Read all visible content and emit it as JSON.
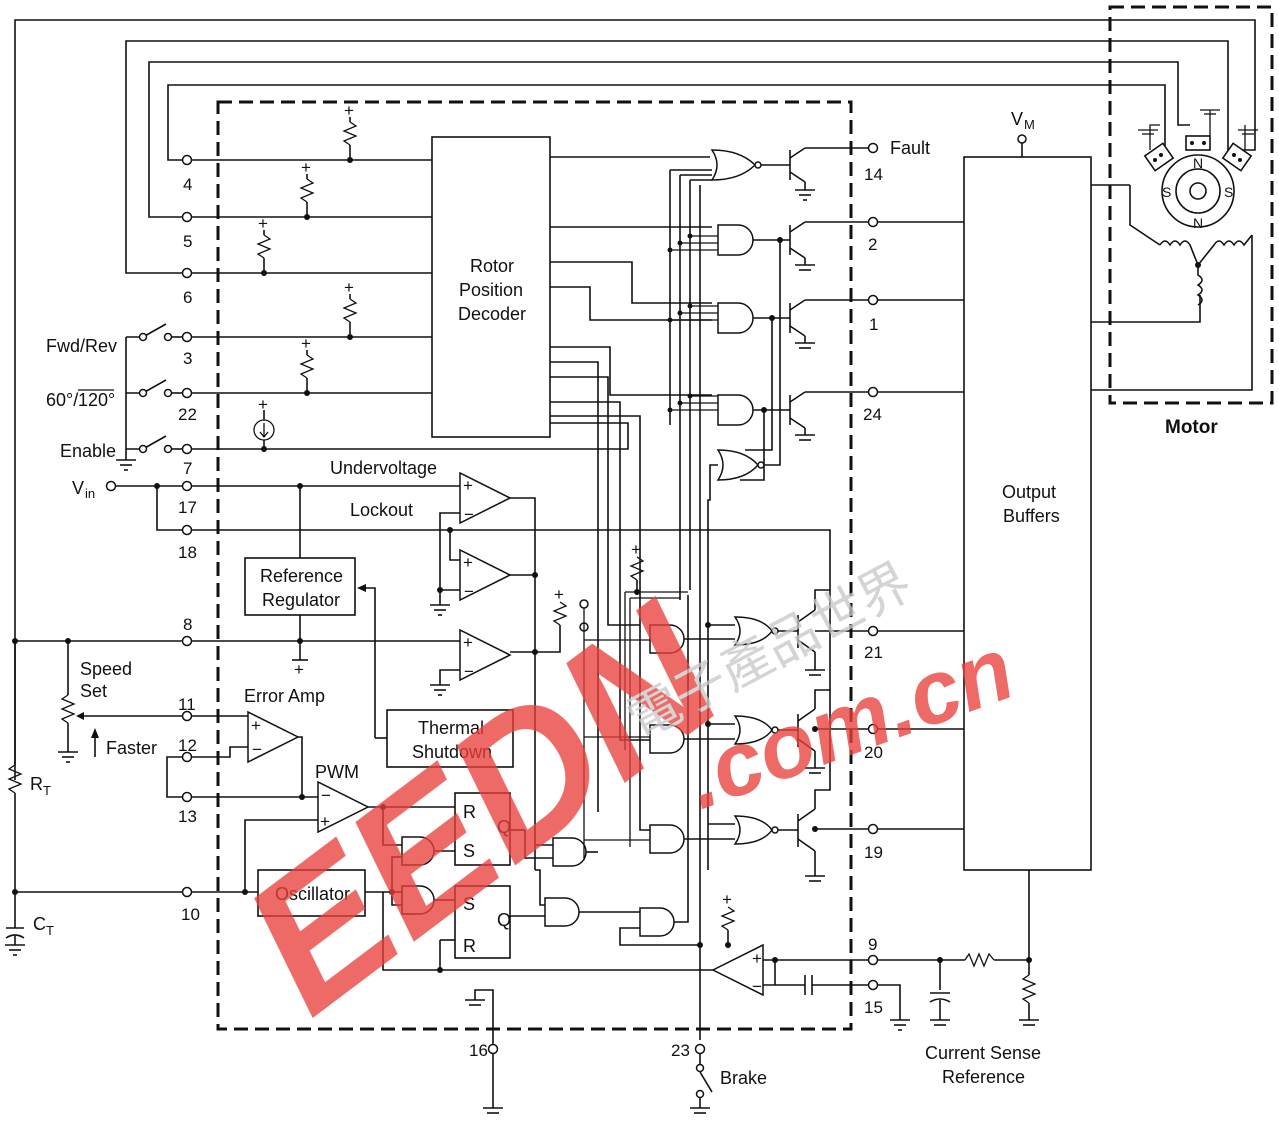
{
  "pins": {
    "p4": "4",
    "p5": "5",
    "p6": "6",
    "p3": "3",
    "p22": "22",
    "p7": "7",
    "p17": "17",
    "p18": "18",
    "p8": "8",
    "p11": "11",
    "p12": "12",
    "p13": "13",
    "p10": "10",
    "p14": "14",
    "p2": "2",
    "p1": "1",
    "p24": "24",
    "p21": "21",
    "p20": "20",
    "p19": "19",
    "p9": "9",
    "p15": "15",
    "p16": "16",
    "p23": "23"
  },
  "labels": {
    "fault": "Fault",
    "fwd_rev": "Fwd/Rev",
    "sixty_main": "60°/",
    "sixty_over": "120°",
    "enable": "Enable",
    "vin_main": "V",
    "vin_sub": "in",
    "vm_main": "V",
    "vm_sub": "M",
    "rt_main": "R",
    "rt_sub": "T",
    "ct_main": "C",
    "ct_sub": "T",
    "speed_set_1": "Speed",
    "speed_set_2": "Set",
    "faster": "Faster",
    "error_amp": "Error Amp",
    "pwm": "PWM",
    "undervoltage": "Undervoltage",
    "lockout": "Lockout",
    "brake": "Brake",
    "current_sense_1": "Current Sense",
    "current_sense_2": "Reference",
    "motor": "Motor"
  },
  "blocks": {
    "rotor_1": "Rotor",
    "rotor_2": "Position",
    "rotor_3": "Decoder",
    "output_1": "Output",
    "output_2": "Buffers",
    "refreg_1": "Reference",
    "refreg_2": "Regulator",
    "thermal_1": "Thermal",
    "thermal_2": "Shutdown",
    "oscillator": "Oscillator",
    "ff_r1": "R",
    "ff_s1": "S",
    "ff_q1": "Q",
    "ff_s2": "S",
    "ff_r2": "R",
    "ff_q2": "Q"
  },
  "motor_poles": {
    "n_top": "N",
    "n_bottom": "N",
    "s_left": "S",
    "s_right": "S"
  },
  "watermark": {
    "text_1": "EEDN",
    "text_2": ".com.cn",
    "text_3": "電子產品世界"
  }
}
